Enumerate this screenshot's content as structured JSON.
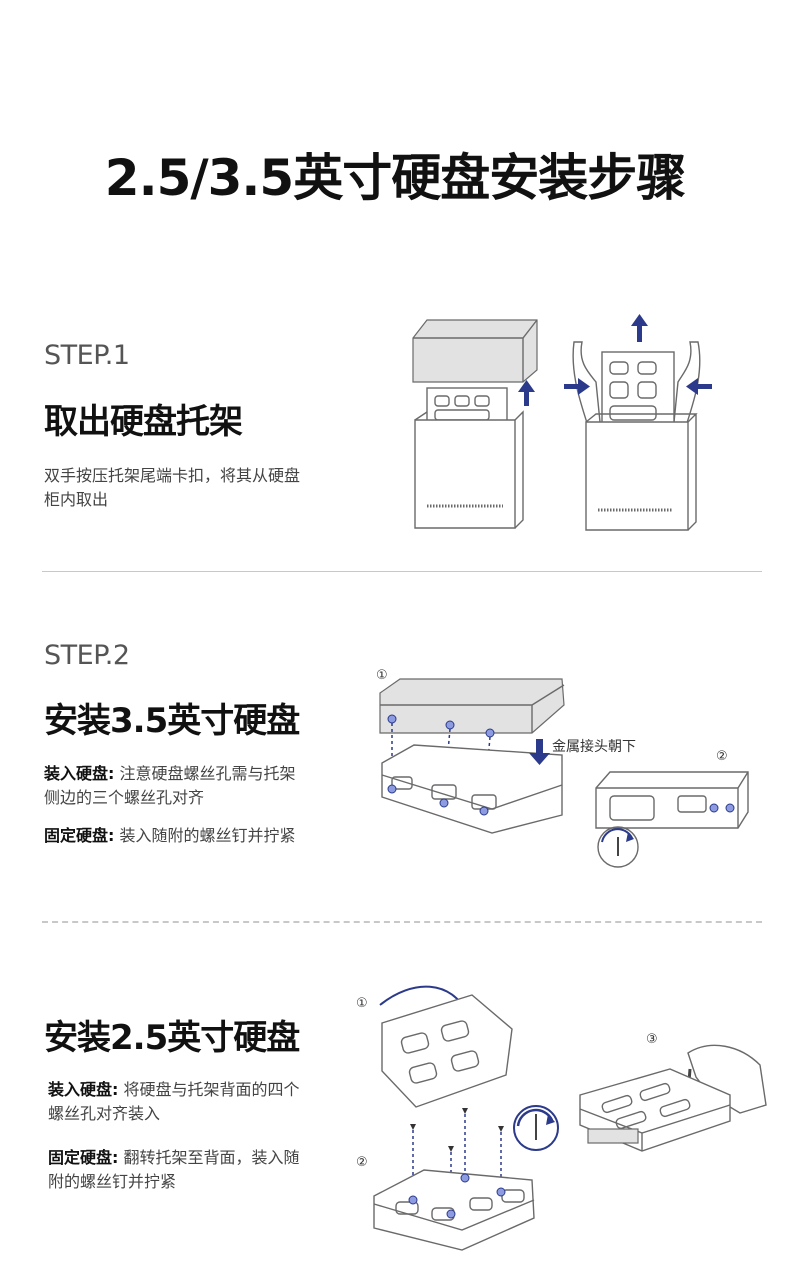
{
  "title": "2.5/3.5英寸硬盘安装步骤",
  "step1": {
    "number": "STEP.1",
    "heading": "取出硬盘托架",
    "desc_line1": "双手按压托架尾端卡扣，将其从硬盘",
    "desc_line2": "柜内取出"
  },
  "step2": {
    "number": "STEP.2",
    "heading": "安装3.5英寸硬盘",
    "install_label": "装入硬盘:",
    "install_text_line1": " 注意硬盘螺丝孔需与托架",
    "install_text_line2": "侧边的三个螺丝孔对齐",
    "fix_label": "固定硬盘:",
    "fix_text": " 装入随附的螺丝钉并拧紧",
    "callout": "金属接头朝下",
    "marker1": "①",
    "marker2": "②"
  },
  "step3": {
    "heading": "安装2.5英寸硬盘",
    "install_label": "装入硬盘:",
    "install_text_line1": " 将硬盘与托架背面的四个",
    "install_text_line2": "螺丝孔对齐装入",
    "fix_label": "固定硬盘:",
    "fix_text_line1": " 翻转托架至背面，装入随",
    "fix_text_line2": "附的螺丝钉并拧紧",
    "marker1": "①",
    "marker2": "②",
    "marker3": "③"
  },
  "colors": {
    "accent": "#2b3a8a",
    "divider": "#c8c8c8",
    "text": "#111111"
  }
}
